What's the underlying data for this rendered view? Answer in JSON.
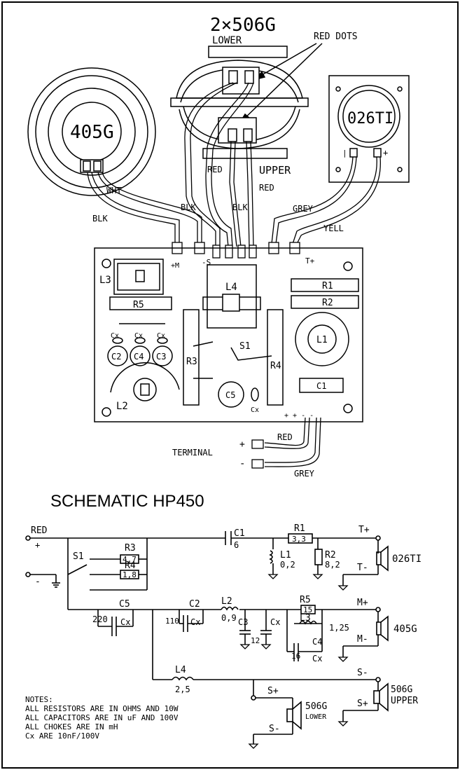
{
  "wiring": {
    "title": "2×506G",
    "lower_label": "LOWER",
    "upper_label": "UPPER",
    "red_dots": "RED DOTS",
    "woofer_label": "405G",
    "tweeter_label": "026TI",
    "tweeter_minus": "|",
    "tweeter_plus": "+",
    "wire_wht": "WHT",
    "wire_blk_left": "BLK",
    "wire_blk_mid": "BLK",
    "wire_blk_center": "BLK",
    "wire_red_left": "RED",
    "wire_red_right": "RED",
    "wire_grey": "GREY",
    "wire_yell": "YELL",
    "board": {
      "plus_m": "+M",
      "minus_s": "-S",
      "t_plus": "T+",
      "L3": "L3",
      "R5": "R5",
      "L4": "L4",
      "R1": "R1",
      "R2": "R2",
      "C2": "C2",
      "C4": "C4",
      "C3": "C3",
      "cx1": "Cx",
      "cx2": "Cx",
      "cx3": "Cx",
      "R3": "R3",
      "S1": "S1",
      "R4": "R4",
      "L1": "L1",
      "C1": "C1",
      "L2": "L2",
      "C5": "C5",
      "cx_c5": "Cx",
      "term_signs": "+ + - -"
    },
    "terminal_label": "TERMINAL",
    "terminal_plus": "+",
    "terminal_minus": "-",
    "terminal_red": "RED",
    "terminal_grey": "GREY"
  },
  "schematic": {
    "title": "SCHEMATIC HP450",
    "red": "RED",
    "plus": "+",
    "minus": "-",
    "S1": "S1",
    "R3": "R3",
    "R3_val": "4,7",
    "R4": "R4",
    "R4_val": "1,8",
    "C1": "C1",
    "C1_val": "6",
    "R1": "R1",
    "R1_val": "3,3",
    "L1": "L1",
    "L1_val": "0,2",
    "R2": "R2",
    "R2_val": "8,2",
    "T_plus": "T+",
    "T_minus": "T-",
    "tweeter": "026TI",
    "C5": "C5",
    "C5_val": "220",
    "cx_c5": "Cx",
    "C2": "C2",
    "C2_val": "110",
    "cx_c2": "Cx",
    "L2": "L2",
    "L2_val": "0,9",
    "C3": "C3",
    "C3_val": "12",
    "cx_c3": "Cx",
    "R5": "R5",
    "R5_val": "15",
    "L3": "L3",
    "L3_val": "1,25",
    "C4": "C4",
    "C4_val": "16",
    "cx_c4": "Cx",
    "M_plus": "M+",
    "M_minus": "M-",
    "woofer": "405G",
    "L4": "L4",
    "L4_val": "2,5",
    "S_minus_top": "S-",
    "S_plus_left": "S+",
    "S_minus_left": "S-",
    "S_plus_right": "S+",
    "lower_spk": "506G",
    "lower_word": "LOWER",
    "upper_spk": "506G",
    "upper_word": "UPPER"
  },
  "notes": {
    "heading": "NOTES:",
    "lines": [
      "ALL RESISTORS ARE IN OHMS AND 10W",
      "ALL CAPACITORS ARE IN uF AND 100V",
      "ALL CHOKES ARE IN mH",
      "Cx ARE 10nF/100V"
    ]
  }
}
